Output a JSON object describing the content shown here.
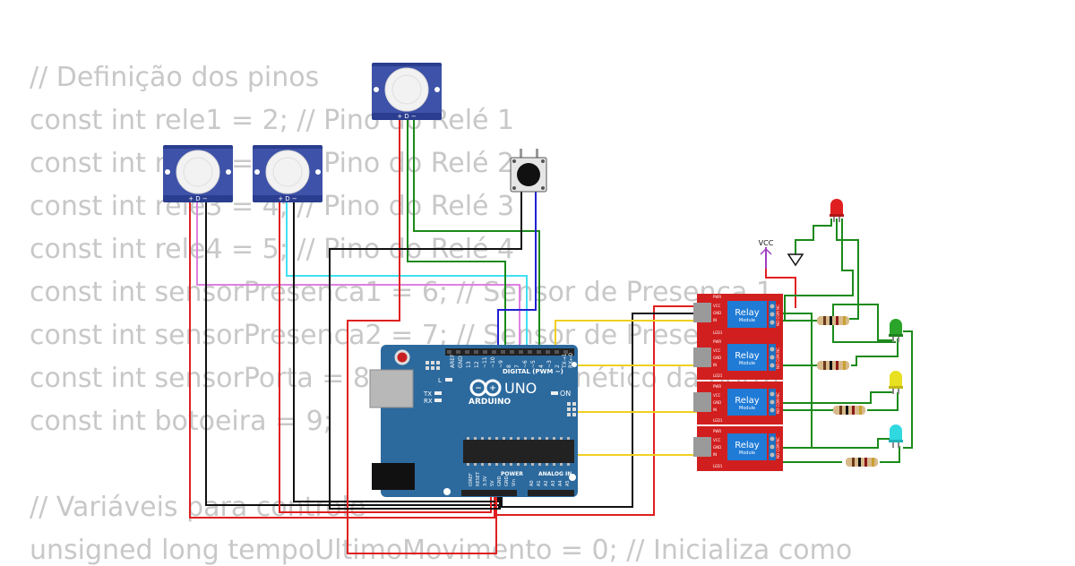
{
  "code_lines": [
    "// Definição dos pinos",
    "const int rele1 = 2; // Pino do Relé 1",
    "const int rele2 = 3; // Pino do Relé 2",
    "const int rele3 = 4; // Pino do Relé 3",
    "const int rele4 = 5; // Pino do Relé 4",
    "const int sensorPresenca1 = 6; // Sensor de Presença 1",
    "const int sensorPresenca2 = 7; // Sensor de Presença 2",
    "const int sensorPorta = 8; // Sensor magnético da porta",
    "const int botoeira = 9;",
    "",
    "// Variáveis para controle",
    "unsigned long tempoUltimoMovimento = 0; // Inicializa como"
  ],
  "pir": {
    "pin_labels": "+ D −"
  },
  "arduino": {
    "brand": "ARDUINO",
    "model": "UNO",
    "digital_label": "DIGITAL (PWM ~)",
    "on_label": "ON",
    "l_label": "L",
    "tx_label": "TX",
    "rx_label": "RX",
    "power_label": "POWER",
    "analog_label": "ANALOG IN",
    "aref_label": "AREF",
    "gnd_label": "GND",
    "digital_pins": [
      "13",
      "12",
      "~11",
      "~10",
      "~9",
      "8",
      "7",
      "~6",
      "~5",
      "4",
      "~3",
      "2",
      "TX→1",
      "RX←0"
    ],
    "power_pins": [
      "IOREF",
      "RESET",
      "3.3V",
      "5V",
      "GND",
      "GND",
      "Vin"
    ],
    "analog_pins": [
      "A0",
      "A1",
      "A2",
      "A3",
      "A4",
      "A5"
    ]
  },
  "relays": {
    "label": "Relay",
    "sublabel": "Module",
    "pins": [
      "PWR",
      "VCC",
      "GND",
      "IN",
      "LED1"
    ],
    "terminals": "NO COM NC"
  },
  "vcc_label": "VCC",
  "colors": {
    "pir_board": "#2a3d8f",
    "arduino": "#2c6a9e",
    "relay_board": "#d11f1f",
    "relay_chip": "#1f7bd6",
    "led_red": "#e02020",
    "led_green": "#2aa52a",
    "led_yellow": "#e8e020",
    "led_cyan": "#30d8e0",
    "wire_black": "#111111",
    "wire_red": "#e02020",
    "wire_green": "#1a8a1a",
    "wire_blue": "#2020d0",
    "wire_cyan": "#40e0f0",
    "wire_pink": "#e080e0",
    "wire_yellow": "#f0d020",
    "wire_purple": "#a040c0",
    "code_text": "#c8c8c8"
  }
}
